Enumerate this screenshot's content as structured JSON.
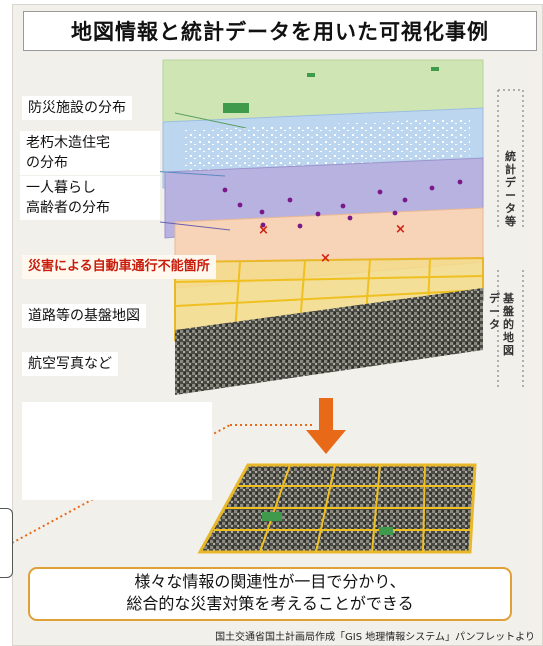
{
  "title": "地図情報と統計データを用いた可視化事例",
  "layers": [
    {
      "label": "防災施設の分布"
    },
    {
      "label": "老朽木造住宅\nの分布"
    },
    {
      "label": "一人暮らし\n高齢者の分布"
    },
    {
      "label": "災害による自動車通行不能箇所"
    },
    {
      "label": "道路等の基盤地図"
    },
    {
      "label": "航空写真など"
    }
  ],
  "side_labels": {
    "statistics": "統計データ等",
    "base_map_line1": "基盤的地図",
    "base_map_line2": "データ"
  },
  "summary": {
    "line1": "様々な情報の関連性が一目で分かり、",
    "line2": "総合的な災害対策を考えることができる"
  },
  "credit": "国土交通省国土計画局作成「GIS 地理情報システム」パンフレットより",
  "colors": {
    "layer_green": "#cfe6b4",
    "layer_blue": "#bcd6ef",
    "layer_purple": "#b7b2e0",
    "layer_orange": "#f7d3b8",
    "layer_yellow": "#f3dc8a",
    "road_grid": "#f0c020",
    "arrow": "#e86a18",
    "summary_border": "#e0a038",
    "warning_text": "#c81c0c"
  }
}
